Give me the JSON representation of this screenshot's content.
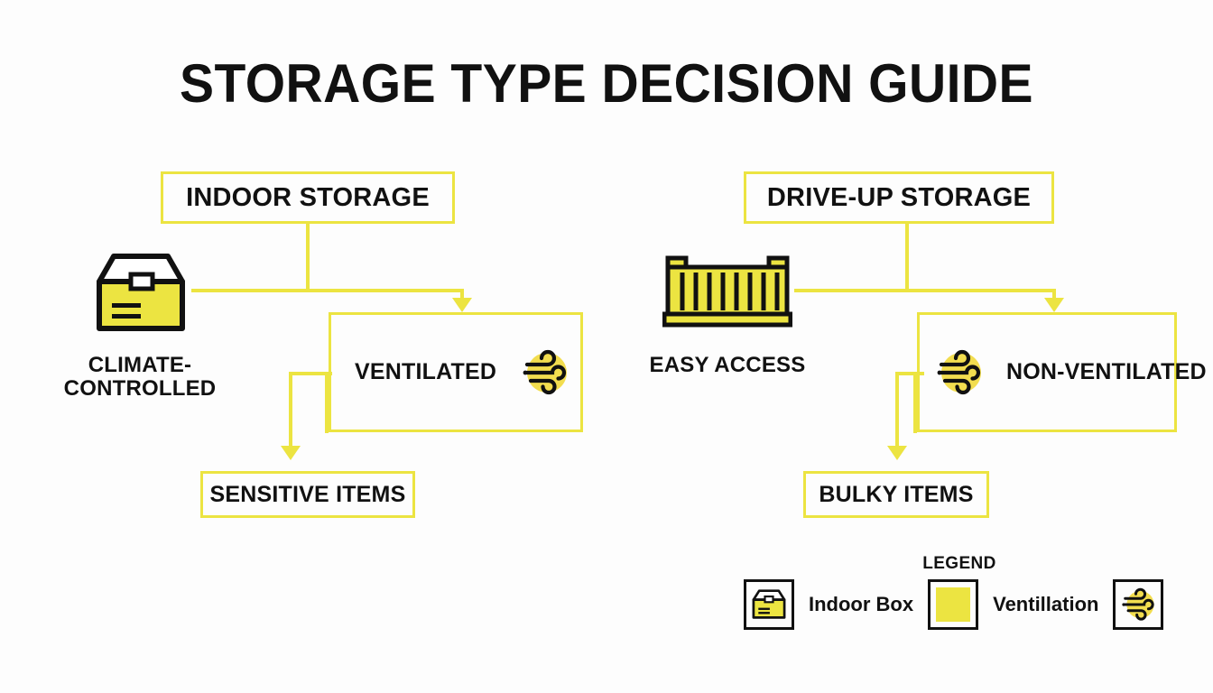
{
  "page": {
    "title": "STORAGE TYPE DECISION GUIDE",
    "background_color": "#fdfdfd",
    "accent_color": "#ece441",
    "text_color": "#111111"
  },
  "branches": {
    "left": {
      "header": "INDOOR STORAGE",
      "icon_name": "indoor-box-icon",
      "icon_caption_line1": "CLIMATE-",
      "icon_caption_line2": "CONTROLLED",
      "middle_label": "VENTILATED",
      "middle_icon": "wind-icon",
      "outcome_label": "SENSITIVE ITEMS"
    },
    "right": {
      "header": "DRIVE-UP STORAGE",
      "icon_name": "shipping-container-icon",
      "icon_caption_line1": "EASY ACCESS",
      "icon_caption_line2": "",
      "middle_label": "NON-VENTILATED",
      "middle_icon": "wind-icon",
      "outcome_label": "BULKY ITEMS"
    }
  },
  "legend": {
    "title": "LEGEND",
    "items": [
      {
        "icon": "indoor-box-icon",
        "label": "Indoor Box"
      },
      {
        "icon": "yellow-swatch",
        "label": "Ventillation"
      },
      {
        "icon": "wind-icon",
        "label": ""
      }
    ]
  }
}
